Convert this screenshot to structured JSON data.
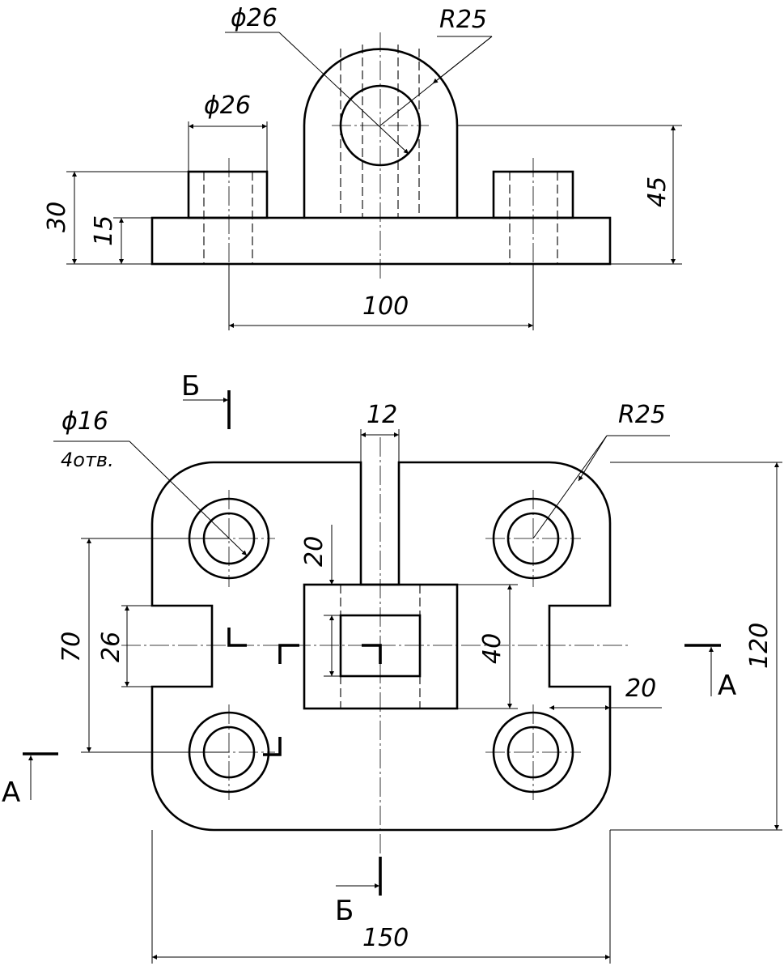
{
  "front_view": {
    "dims": {
      "hole_diameter": "ϕ26",
      "radius": "R25",
      "boss_diameter": "ϕ26",
      "height_30": "30",
      "height_15": "15",
      "height_45": "45",
      "center_distance_100": "100"
    }
  },
  "top_view": {
    "dims": {
      "hole_note_diameter": "ϕ16",
      "hole_note_count": "4отв.",
      "slot_width_12": "12",
      "corner_radius": "R25",
      "slot_depth_20": "20",
      "pad_40": "40",
      "slot_26": "26",
      "hole_pitch_70": "70",
      "notch_20": "20",
      "width_120": "120",
      "length_150": "150"
    },
    "section_labels": {
      "b_top": "Б",
      "b_bottom": "Б",
      "a_right": "A",
      "a_left": "A"
    }
  }
}
